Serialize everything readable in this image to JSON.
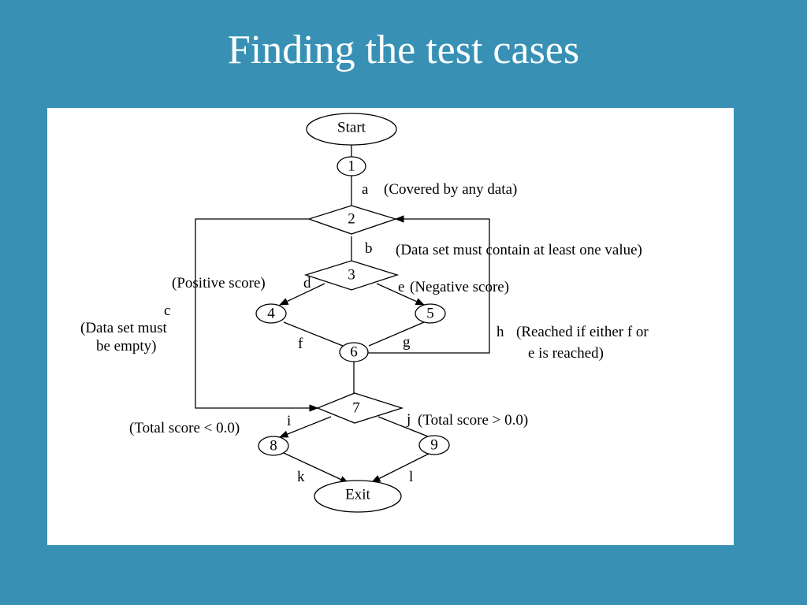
{
  "slide": {
    "title": "Finding the test cases",
    "background_color": "#3891b5",
    "panel_color": "#ffffff"
  },
  "diagram": {
    "nodes": {
      "start": "Start",
      "n1": "1",
      "n2": "2",
      "n3": "3",
      "n4": "4",
      "n5": "5",
      "n6": "6",
      "n7": "7",
      "n8": "8",
      "n9": "9",
      "exit": "Exit"
    },
    "edges": {
      "a": "a",
      "b": "b",
      "c": "c",
      "d": "d",
      "e": "e",
      "f": "f",
      "g": "g",
      "h": "h",
      "i": "i",
      "j": "j",
      "k": "k",
      "l": "l"
    },
    "annotations": {
      "a": "(Covered by any data)",
      "b": "(Data set must contain at least one value)",
      "c_line1": "(Data set must",
      "c_line2": "be empty)",
      "d": "(Positive score)",
      "e": "(Negative score)",
      "h_line1": "(Reached if either f or",
      "h_line2": "e is reached)",
      "i": "(Total score < 0.0)",
      "j": "(Total score > 0.0)"
    }
  }
}
